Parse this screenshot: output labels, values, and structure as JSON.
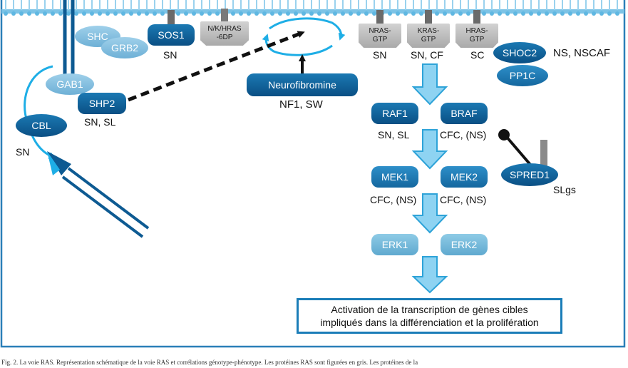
{
  "nodes": {
    "shc": "SHC",
    "grb2": "GRB2",
    "sos1": "SOS1",
    "nkhras": "N/K/HRAS\n-6DP",
    "nras": "NRAS-\nGTP",
    "kras": "KRAS-\nGTP",
    "hras": "HRAS-\nGTP",
    "shoc2": "SHOC2",
    "pp1c": "PP1C",
    "gab1": "GAB1",
    "shp2": "SHP2",
    "cbl": "CBL",
    "neurofibromine": "Neurofibromine",
    "raf1": "RAF1",
    "braf": "BRAF",
    "mek1": "MEK1",
    "mek2": "MEK2",
    "erk1": "ERK1",
    "erk2": "ERK2",
    "spred1": "SPRED1"
  },
  "labels": {
    "sos1": "SN",
    "nras": "SN",
    "kras": "SN, CF",
    "hras": "SC",
    "shoc2": "NS, NSCAF",
    "shp2": "SN, SL",
    "cbl": "SN",
    "neurofibromine": "NF1, SW",
    "raf1": "SN, SL",
    "braf": "CFC, (NS)",
    "mek1": "CFC, (NS)",
    "mek2": "CFC, (NS)",
    "spred1": "SLgs"
  },
  "result": {
    "line1": "Activation de la transcription de gènes cibles",
    "line2": "impliqués dans la différenciation et la prolifération"
  },
  "caption": "Fig. 2. La voie RAS. Représentation schématique de la voie RAS et corrélations génotype-phénotype. Les protéines RAS sont figurées en gris. Les protéines de la",
  "colors": {
    "dark_blue": "#0a4f84",
    "mid_blue": "#1b79b3",
    "light_blue": "#8ed3f2",
    "pale_blue": "#9fd0ea",
    "ras_gray": "#bdbdbd",
    "frame": "#1a7db8"
  }
}
